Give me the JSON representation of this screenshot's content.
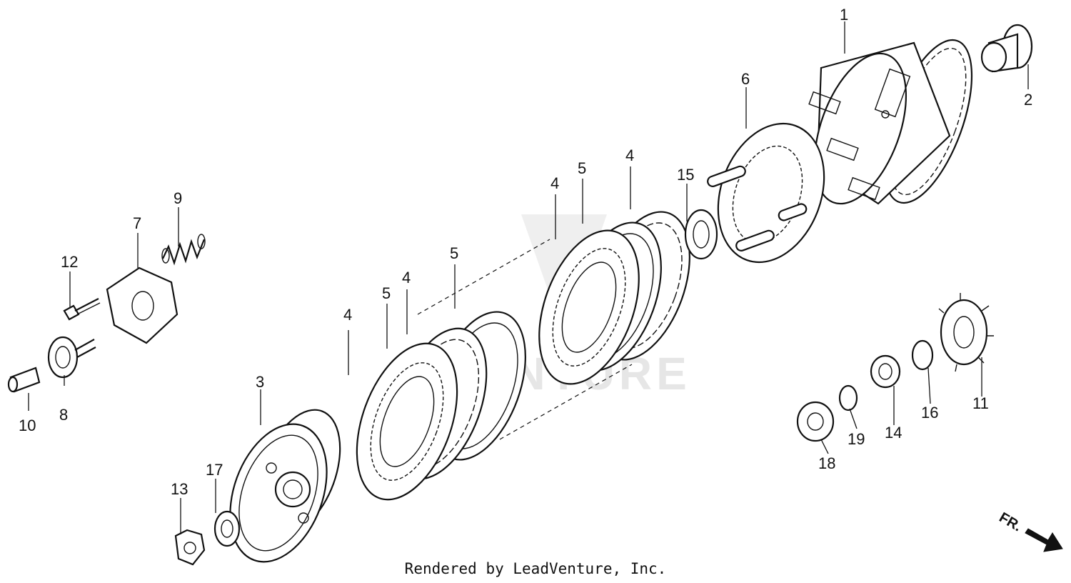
{
  "diagram": {
    "callouts": {
      "c1": "1",
      "c2": "2",
      "c3": "3",
      "c4a": "4",
      "c4b": "4",
      "c4c": "4",
      "c4d": "4",
      "c5a": "5",
      "c5b": "5",
      "c5c": "5",
      "c6": "6",
      "c7": "7",
      "c8": "8",
      "c9": "9",
      "c10": "10",
      "c11": "11",
      "c12": "12",
      "c13": "13",
      "c14": "14",
      "c15": "15",
      "c16": "16",
      "c17": "17",
      "c18": "18",
      "c19": "19"
    },
    "direction_label": "FR.",
    "watermark": "VENTURE"
  },
  "footer": {
    "credit": "Rendered by LeadVenture, Inc."
  }
}
